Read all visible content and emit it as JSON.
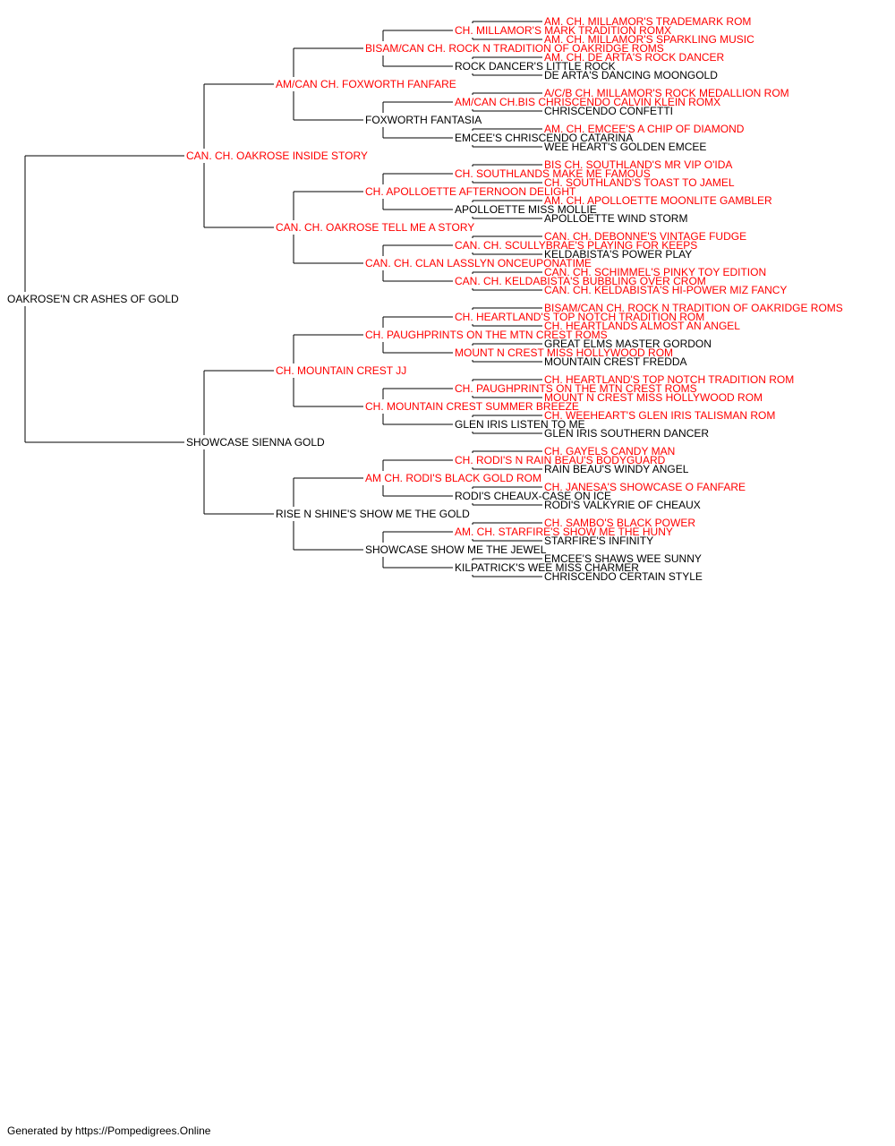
{
  "colors": {
    "champion": "#ff0000",
    "regular": "#000000",
    "line": "#000000"
  },
  "pedigree": {
    "name": "OAKROSE'N CR ASHES OF GOLD",
    "ch": false,
    "sire": {
      "name": "CAN. CH. OAKROSE INSIDE STORY",
      "ch": true,
      "sire": {
        "name": "AM/CAN CH. FOXWORTH FANFARE",
        "ch": true,
        "sire": {
          "name": "BISAM/CAN CH. ROCK N TRADITION OF OAKRIDGE ROMS",
          "ch": true,
          "sire": {
            "name": "CH. MILLAMOR'S MARK TRADITION ROMX",
            "ch": true,
            "sire": {
              "name": "AM. CH. MILLAMOR'S TRADEMARK ROM",
              "ch": true
            },
            "dam": {
              "name": "AM. CH. MILLAMOR'S SPARKLING MUSIC",
              "ch": true
            }
          },
          "dam": {
            "name": "ROCK DANCER'S LITTLE ROCK",
            "ch": false,
            "sire": {
              "name": "AM. CH. DE ARTA'S ROCK DANCER",
              "ch": true
            },
            "dam": {
              "name": "DE ARTA'S DANCING MOONGOLD",
              "ch": false
            }
          }
        },
        "dam": {
          "name": "FOXWORTH FANTASIA",
          "ch": false,
          "sire": {
            "name": "AM/CAN CH.BIS CHRISCENDO CALVIN KLEIN ROMX",
            "ch": true,
            "sire": {
              "name": "A/C/B CH. MILLAMOR'S ROCK MEDALLION ROM",
              "ch": true
            },
            "dam": {
              "name": "CHRISCENDO CONFETTI",
              "ch": false
            }
          },
          "dam": {
            "name": "EMCEE'S CHRISCENDO CATARINA",
            "ch": false,
            "sire": {
              "name": "AM. CH. EMCEE'S A CHIP OF DIAMOND",
              "ch": true
            },
            "dam": {
              "name": "WEE HEART'S GOLDEN EMCEE",
              "ch": false
            }
          }
        }
      },
      "dam": {
        "name": "CAN. CH. OAKROSE TELL ME A STORY",
        "ch": true,
        "sire": {
          "name": "CH. APOLLOETTE AFTERNOON DELIGHT",
          "ch": true,
          "sire": {
            "name": "CH. SOUTHLANDS MAKE ME FAMOUS",
            "ch": true,
            "sire": {
              "name": "BIS CH. SOUTHLAND'S MR VIP O'IDA",
              "ch": true
            },
            "dam": {
              "name": "CH. SOUTHLAND'S TOAST TO JAMEL",
              "ch": true
            }
          },
          "dam": {
            "name": "APOLLOETTE MISS MOLLIE",
            "ch": false,
            "sire": {
              "name": "AM. CH. APOLLOETTE MOONLITE GAMBLER",
              "ch": true
            },
            "dam": {
              "name": "APOLLOETTE WIND STORM",
              "ch": false
            }
          }
        },
        "dam": {
          "name": "CAN. CH. CLAN LASSLYN ONCEUPONATIME",
          "ch": true,
          "sire": {
            "name": "CAN. CH. SCULLYBRAE'S PLAYING FOR KEEPS",
            "ch": true,
            "sire": {
              "name": "CAN. CH. DEBONNE'S VINTAGE FUDGE",
              "ch": true
            },
            "dam": {
              "name": "KELDABISTA'S POWER PLAY",
              "ch": false
            }
          },
          "dam": {
            "name": "CAN. CH. KELDABISTA'S BUBBLING OVER CROM",
            "ch": true,
            "sire": {
              "name": "CAN. CH. SCHIMMEL'S PINKY TOY EDITION",
              "ch": true
            },
            "dam": {
              "name": "CAN. CH. KELDABISTA'S HI-POWER MIZ FANCY",
              "ch": true
            }
          }
        }
      }
    },
    "dam": {
      "name": "SHOWCASE SIENNA GOLD",
      "ch": false,
      "sire": {
        "name": "CH. MOUNTAIN CREST JJ",
        "ch": true,
        "sire": {
          "name": "CH. PAUGHPRINTS ON THE MTN CREST ROMS",
          "ch": true,
          "sire": {
            "name": "CH. HEARTLAND'S TOP NOTCH TRADITION ROM",
            "ch": true,
            "sire": {
              "name": "BISAM/CAN CH. ROCK N TRADITION OF OAKRIDGE ROMS",
              "ch": true
            },
            "dam": {
              "name": "CH. HEARTLANDS ALMOST AN ANGEL",
              "ch": true
            }
          },
          "dam": {
            "name": "MOUNT N CREST MISS HOLLYWOOD ROM",
            "ch": true,
            "sire": {
              "name": "GREAT ELMS MASTER GORDON",
              "ch": false
            },
            "dam": {
              "name": "MOUNTAIN CREST FREDDA",
              "ch": false
            }
          }
        },
        "dam": {
          "name": "CH. MOUNTAIN CREST SUMMER BREEZE",
          "ch": true,
          "sire": {
            "name": "CH. PAUGHPRINTS ON THE MTN CREST ROMS",
            "ch": true,
            "sire": {
              "name": "CH. HEARTLAND'S TOP NOTCH TRADITION ROM",
              "ch": true
            },
            "dam": {
              "name": "MOUNT N CREST MISS HOLLYWOOD ROM",
              "ch": true
            }
          },
          "dam": {
            "name": "GLEN IRIS LISTEN TO ME",
            "ch": false,
            "sire": {
              "name": "CH. WEEHEART'S GLEN IRIS TALISMAN ROM",
              "ch": true
            },
            "dam": {
              "name": "GLEN IRIS SOUTHERN DANCER",
              "ch": false
            }
          }
        }
      },
      "dam": {
        "name": "RISE N SHINE'S SHOW ME THE GOLD",
        "ch": false,
        "sire": {
          "name": "AM CH. RODI'S BLACK GOLD ROM",
          "ch": true,
          "sire": {
            "name": "CH. RODI'S N RAIN BEAU'S BODYGUARD",
            "ch": true,
            "sire": {
              "name": "CH. GAYELS CANDY MAN",
              "ch": true
            },
            "dam": {
              "name": "RAIN BEAU'S WINDY ANGEL",
              "ch": false
            }
          },
          "dam": {
            "name": "RODI'S CHEAUX-CASE ON ICE",
            "ch": false,
            "sire": {
              "name": "CH. JANESA'S SHOWCASE O FANFARE",
              "ch": true
            },
            "dam": {
              "name": "RODI'S VALKYRIE OF CHEAUX",
              "ch": false
            }
          }
        },
        "dam": {
          "name": "SHOWCASE SHOW ME THE JEWEL",
          "ch": false,
          "sire": {
            "name": "AM. CH. STARFIRE'S SHOW ME THE HUNY",
            "ch": true,
            "sire": {
              "name": "CH. SAMBO'S BLACK POWER",
              "ch": true
            },
            "dam": {
              "name": "STARFIRE'S INFINITY",
              "ch": false
            }
          },
          "dam": {
            "name": "KILPATRICK'S WEE MISS CHARMER",
            "ch": false,
            "sire": {
              "name": "EMCEE'S SHAWS WEE SUNNY",
              "ch": false
            },
            "dam": {
              "name": "CHRISCENDO CERTAIN STYLE",
              "ch": false
            }
          }
        }
      }
    }
  },
  "footer": "Generated by https://Pompedigrees.Online"
}
